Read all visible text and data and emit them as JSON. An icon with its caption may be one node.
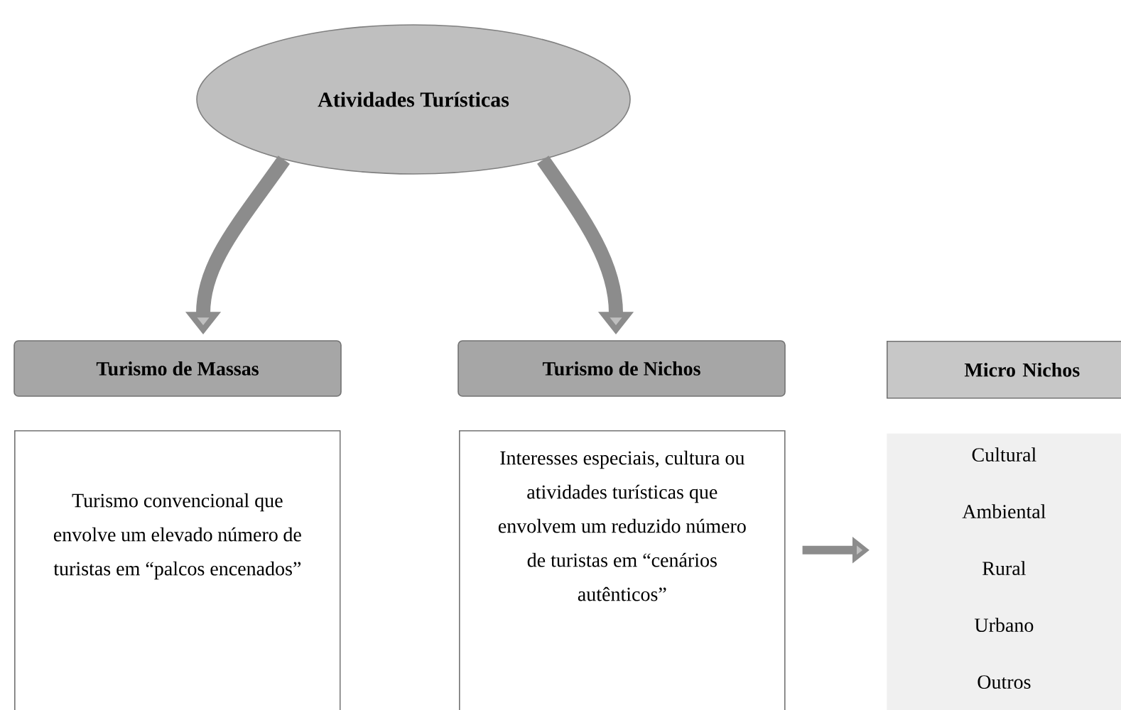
{
  "diagram": {
    "nodes": [
      {
        "text": [
          "Atividades Turísticas"
        ]
      },
      {
        "text": [
          "Turismo de Massas"
        ]
      },
      {
        "text": [
          "Turismo de Nichos"
        ]
      },
      {
        "text": [
          "Micro Nichos"
        ]
      },
      {
        "text": [
          "Turismo convencional que envolve um elevado número de turistas em “palcos encenados”"
        ]
      },
      {
        "text": [
          "Interesses especiais, cultura ou atividades turísticas que envolvem um reduzido número de turistas em “cenários autênticos”"
        ]
      },
      {
        "text": [
          "Cultural",
          "Ambiental",
          "Rural",
          "Urbano",
          "Outros"
        ]
      }
    ],
    "edges": [
      {
        "from": 0,
        "to": 1,
        "arrow": "to"
      },
      {
        "from": 0,
        "to": 2,
        "arrow": "to"
      },
      {
        "from": 5,
        "to": 6,
        "arrow": "to"
      }
    ]
  }
}
